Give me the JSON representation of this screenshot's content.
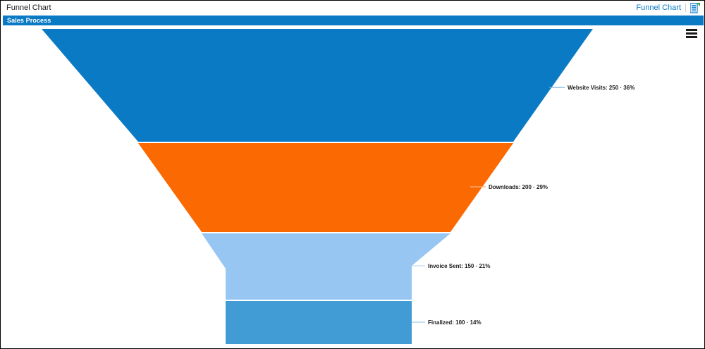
{
  "header": {
    "title": "Funnel Chart",
    "link_label": "Funnel Chart",
    "doc_icon": "document-lines-icon",
    "menu_icon": "hamburger-menu-icon"
  },
  "chart": {
    "title": "Sales Process",
    "title_bar_color": "#0b7ac4"
  },
  "chart_data": {
    "type": "funnel",
    "title": "Sales Process",
    "xlabel": "",
    "ylabel": "",
    "categories": [
      "Website Visits",
      "Downloads",
      "Invoice Sent",
      "Finalized"
    ],
    "values": [
      250,
      200,
      150,
      100
    ],
    "percents": [
      "36%",
      "29%",
      "21%",
      "14%"
    ],
    "colors": [
      "#0b7ac4",
      "#fb6a02",
      "#97c6f2",
      "#419bd4"
    ],
    "labels": [
      "Website Visits: 250 · 36%",
      "Downloads: 200 · 29%",
      "Invoice Sent: 150 · 21%",
      "Finalized: 100 · 14%"
    ],
    "legend": "none",
    "grid": false
  }
}
